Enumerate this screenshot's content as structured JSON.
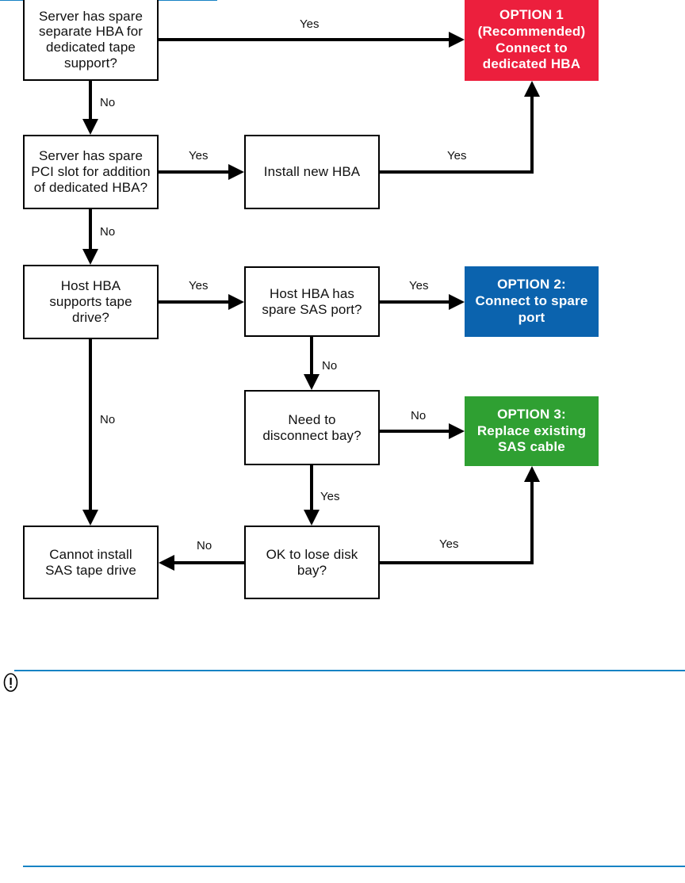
{
  "diagram": {
    "title": "SAS tape drive connection decision flowchart",
    "colors": {
      "option1_bg": "#EC1F3D",
      "option2_bg": "#0B63AE",
      "option3_bg": "#2FA032",
      "box_border": "#000000",
      "box_bg": "#FFFFFF",
      "connector": "#000000",
      "rule_blue": "#1783C4",
      "text": "#111111",
      "option_text": "#FFFFFF"
    },
    "nodes": {
      "spare_hba": "Server has spare separate HBA for dedicated tape support?",
      "spare_pci": "Server has spare PCI slot for addition of dedicated HBA?",
      "host_supports": "Host HBA supports tape drive?",
      "cannot_install": "Cannot install SAS tape drive",
      "install_hba": "Install new HBA",
      "spare_sas": "Host HBA has spare SAS port?",
      "need_disc": "Need to disconnect bay?",
      "ok_lose": "OK to lose disk bay?",
      "option1": "OPTION 1 (Recommended) Connect to dedicated HBA",
      "option2": "OPTION 2: Connect to spare port",
      "option3": "OPTION 3: Replace existing SAS cable"
    },
    "node_lines": {
      "spare_hba": [
        "Server has spare",
        "separate HBA for",
        "dedicated tape",
        "support?"
      ],
      "spare_pci": [
        "Server has spare",
        "PCI slot for addition",
        "of dedicated HBA?"
      ],
      "host_supports": [
        "Host HBA",
        "supports tape",
        "drive?"
      ],
      "cannot_install": [
        "Cannot install",
        "SAS tape drive"
      ],
      "install_hba": [
        "Install new HBA"
      ],
      "spare_sas": [
        "Host HBA has",
        "spare SAS port?"
      ],
      "need_disc": [
        "Need to",
        "disconnect bay?"
      ],
      "ok_lose": [
        "OK to lose disk",
        "bay?"
      ],
      "option1": [
        "OPTION 1",
        "(Recommended)",
        "Connect to",
        "dedicated HBA"
      ],
      "option2": [
        "OPTION 2:",
        "Connect to spare",
        "port"
      ],
      "option3": [
        "OPTION 3:",
        "Replace existing",
        "SAS cable"
      ]
    },
    "edge_labels": {
      "hba_yes": "Yes",
      "hba_no": "No",
      "pci_yes": "Yes",
      "pci_no": "No",
      "install_yes": "Yes",
      "supports_yes": "Yes",
      "supports_no": "No",
      "sas_yes": "Yes",
      "sas_no": "No",
      "disc_no": "No",
      "disc_yes": "Yes",
      "ok_no": "No",
      "ok_yes": "Yes"
    },
    "edges": [
      {
        "from": "spare_hba",
        "to": "option1",
        "label": "Yes"
      },
      {
        "from": "spare_hba",
        "to": "spare_pci",
        "label": "No"
      },
      {
        "from": "spare_pci",
        "to": "install_hba",
        "label": "Yes"
      },
      {
        "from": "spare_pci",
        "to": "host_supports",
        "label": "No"
      },
      {
        "from": "install_hba",
        "to": "option1",
        "label": "Yes"
      },
      {
        "from": "host_supports",
        "to": "spare_sas",
        "label": "Yes"
      },
      {
        "from": "host_supports",
        "to": "cannot_install",
        "label": "No"
      },
      {
        "from": "spare_sas",
        "to": "option2",
        "label": "Yes"
      },
      {
        "from": "spare_sas",
        "to": "need_disc",
        "label": "No"
      },
      {
        "from": "need_disc",
        "to": "option3",
        "label": "No"
      },
      {
        "from": "need_disc",
        "to": "ok_lose",
        "label": "Yes"
      },
      {
        "from": "ok_lose",
        "to": "cannot_install",
        "label": "No"
      },
      {
        "from": "ok_lose",
        "to": "option3",
        "label": "Yes"
      }
    ]
  },
  "note": {
    "icon": "important-notice-icon",
    "body": ""
  }
}
